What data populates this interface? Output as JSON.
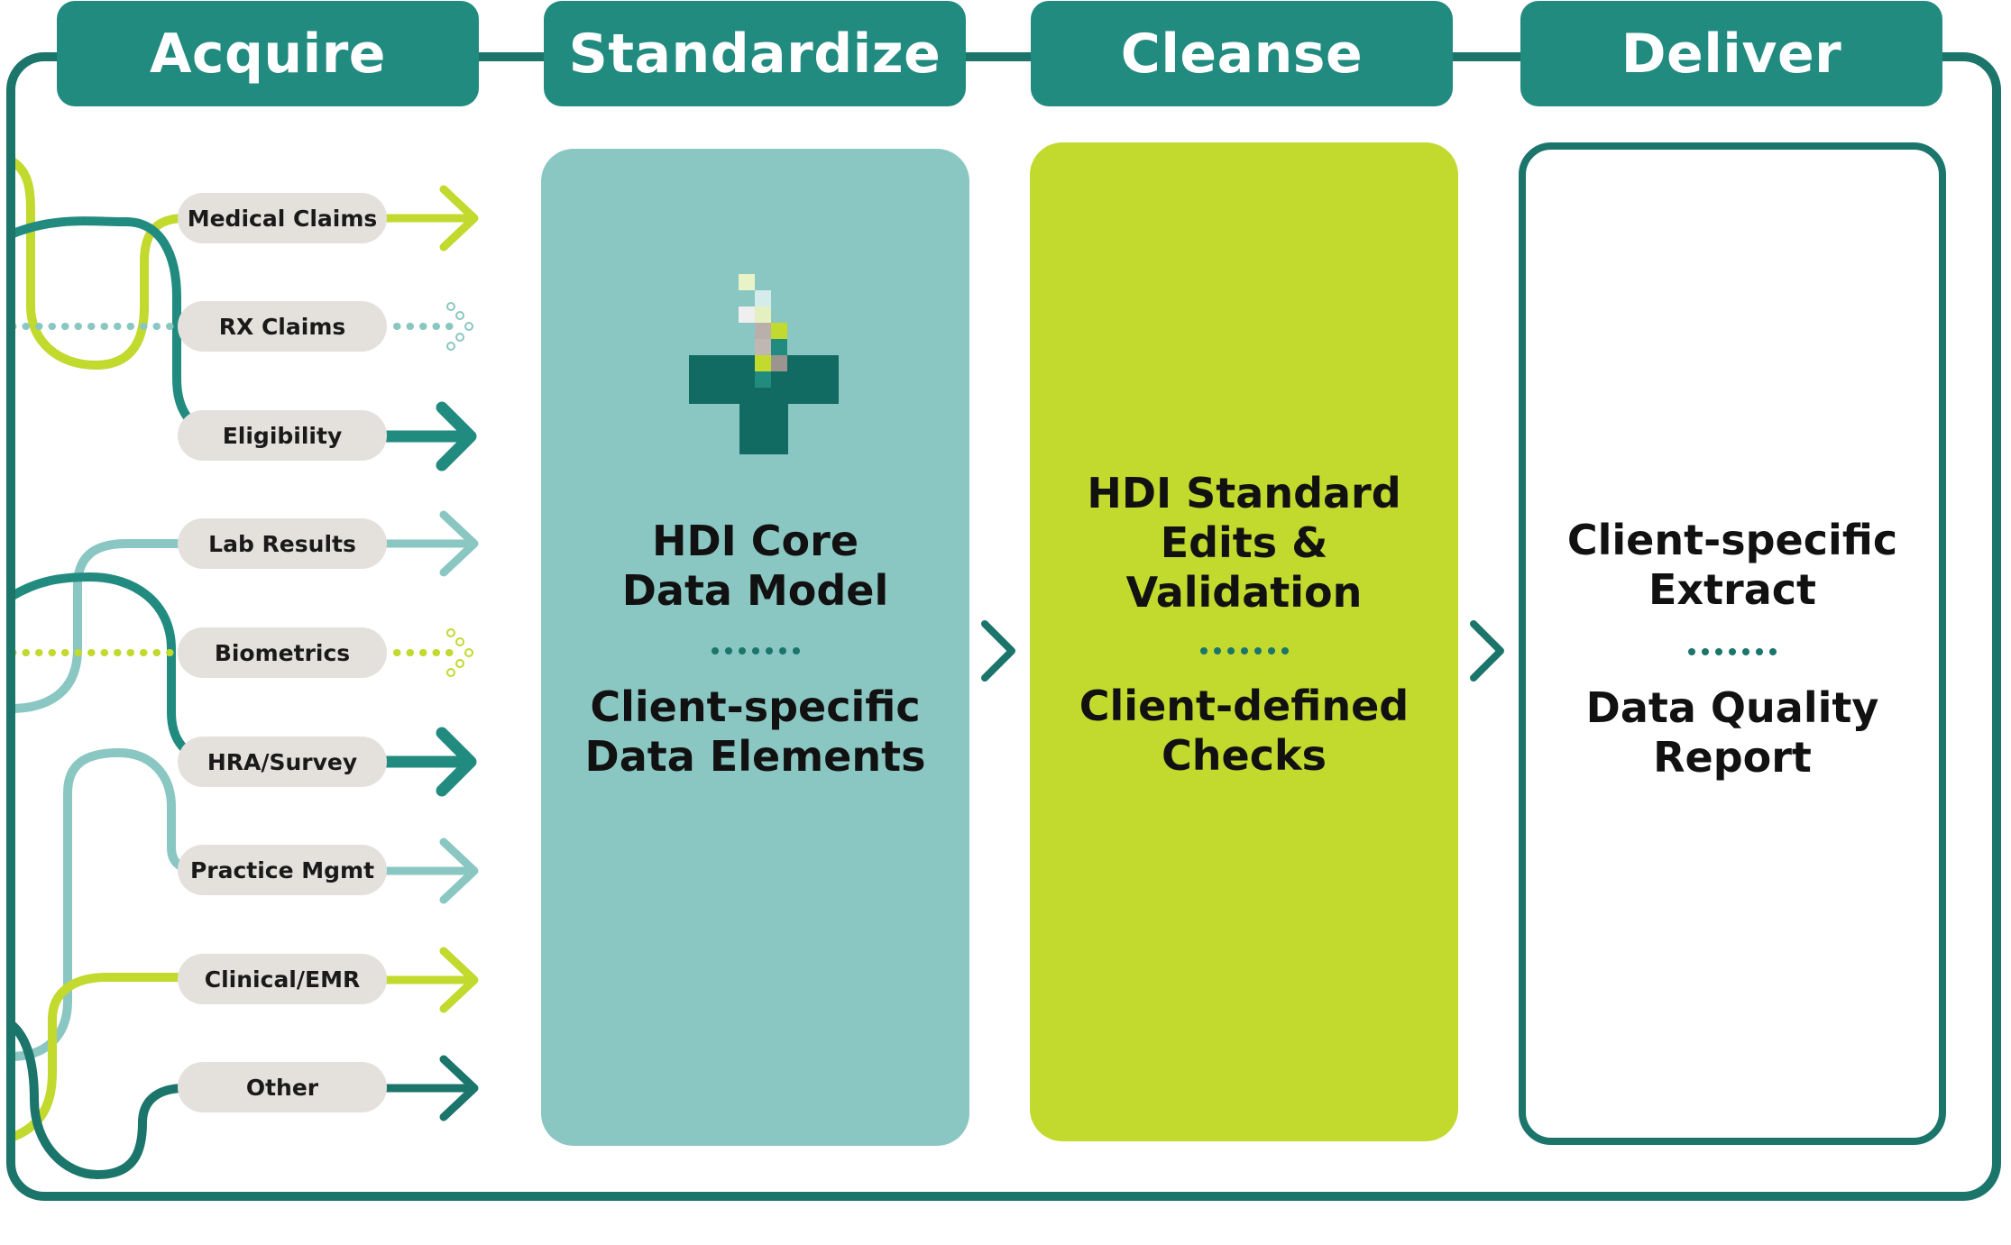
{
  "stages": [
    {
      "label": "Acquire"
    },
    {
      "label": "Standardize"
    },
    {
      "label": "Cleanse"
    },
    {
      "label": "Deliver"
    }
  ],
  "sources": [
    {
      "label": "Medical Claims",
      "color": "#c2d92e",
      "style": "solid"
    },
    {
      "label": "RX Claims",
      "color": "#8bc7c2",
      "style": "dotted"
    },
    {
      "label": "Eligibility",
      "color": "#228b80",
      "style": "solid"
    },
    {
      "label": "Lab Results",
      "color": "#8bc7c2",
      "style": "solid"
    },
    {
      "label": "Biometrics",
      "color": "#c2d92e",
      "style": "dotted"
    },
    {
      "label": "HRA/Survey",
      "color": "#228b80",
      "style": "solid"
    },
    {
      "label": "Practice Mgmt",
      "color": "#8bc7c2",
      "style": "solid"
    },
    {
      "label": "Clinical/EMR",
      "color": "#c2d92e",
      "style": "solid"
    },
    {
      "label": "Other",
      "color": "#1b756b",
      "style": "solid"
    }
  ],
  "panels": {
    "standardize": {
      "primary": [
        "HDI Core",
        "Data Model"
      ],
      "secondary": [
        "Client-specific",
        "Data Elements"
      ],
      "color": "#8bc7c2"
    },
    "cleanse": {
      "primary": [
        "HDI Standard",
        "Edits &",
        "Validation"
      ],
      "secondary": [
        "Client-defined",
        "Checks"
      ],
      "color": "#c2d92e"
    },
    "deliver": {
      "primary": [
        "Client-specific",
        "Extract"
      ],
      "secondary": [
        "Data Quality",
        "Report"
      ],
      "color": "#ffffff"
    }
  },
  "colors": {
    "dark_teal": "#1b756b",
    "teal": "#228b80",
    "light_teal": "#8bc7c2",
    "lime": "#c2d92e",
    "pill": "#e4e0dc"
  },
  "icons": [
    "medical-cross-icon",
    "chevron-right-icon"
  ]
}
